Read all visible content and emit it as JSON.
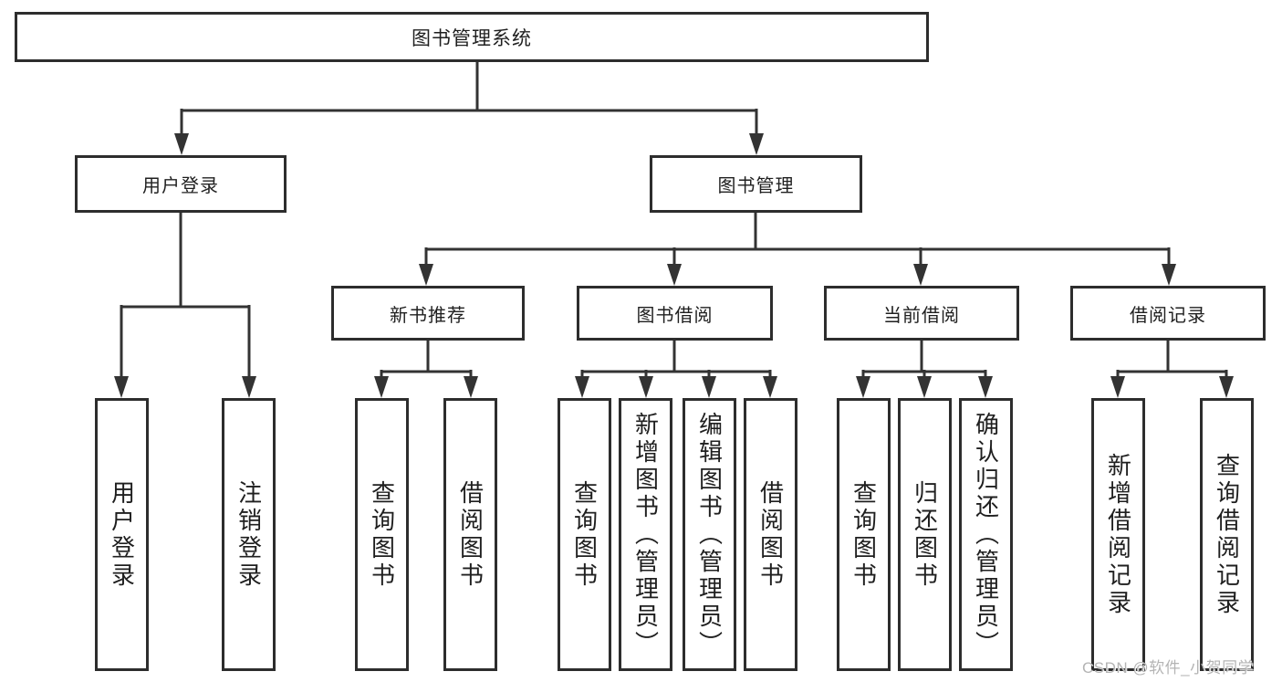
{
  "diagram": {
    "tree": {
      "root": {
        "label": "图书管理系统"
      },
      "children": [
        {
          "label": "用户登录",
          "children": [
            {
              "label": "用户登录"
            },
            {
              "label": "注销登录"
            }
          ]
        },
        {
          "label": "图书管理",
          "children": [
            {
              "label": "新书推荐",
              "children": [
                {
                  "label": "查询图书"
                },
                {
                  "label": "借阅图书"
                }
              ]
            },
            {
              "label": "图书借阅",
              "children": [
                {
                  "label": "查询图书"
                },
                {
                  "label": "新增图书（管理员）"
                },
                {
                  "label": "编辑图书（管理员）"
                },
                {
                  "label": "借阅图书"
                }
              ]
            },
            {
              "label": "当前借阅",
              "children": [
                {
                  "label": "查询图书"
                },
                {
                  "label": "归还图书"
                },
                {
                  "label": "确认归还（管理员）"
                }
              ]
            },
            {
              "label": "借阅记录",
              "children": [
                {
                  "label": "新增借阅记录"
                },
                {
                  "label": "查询借阅记录"
                }
              ]
            }
          ]
        }
      ]
    },
    "watermark": "CSDN @软件_小贺同学",
    "colors": {
      "line": "#333333",
      "box_border": "#2d2d2d",
      "text": "#1f1f1f",
      "watermark": "#b4b4b4",
      "background": "#ffffff"
    }
  }
}
